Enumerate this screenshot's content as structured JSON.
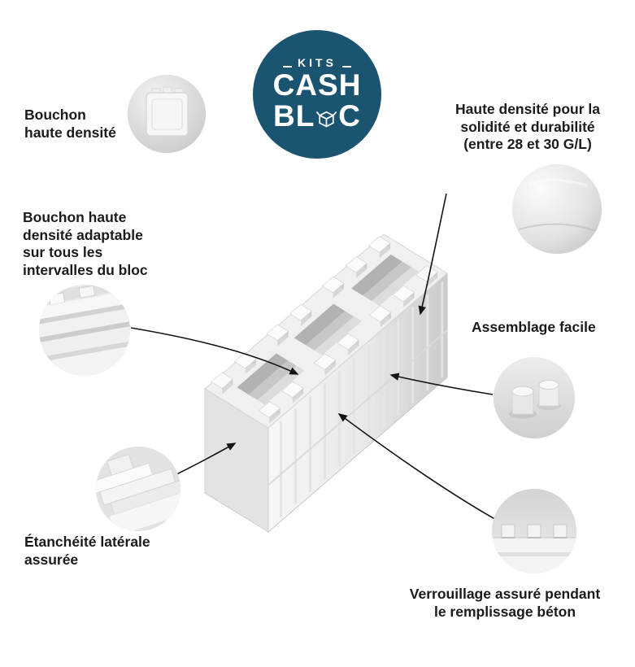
{
  "colors": {
    "logo_bg": "#1a5470",
    "text": "#1b1b1b",
    "arrow": "#141414"
  },
  "logo": {
    "kits_label": "KITS",
    "cash_label": "CASH",
    "bloc_prefix": "BL",
    "bloc_suffix": "C",
    "cube_icon": "open-box-icon"
  },
  "callouts": {
    "cap_top": "Bouchon\nhaute densité",
    "density": "Haute densité pour la\nsolidité et durabilité\n(entre 28 et 30 G/L)",
    "adaptable": "Bouchon haute\ndensité adaptable\nsur tous les\nintervalles du bloc",
    "assembly": "Assemblage facile",
    "sealing": "Étanchéité latérale\nassurée",
    "locking": "Verrouillage assuré pendant\nle remplissage béton"
  },
  "insets": {
    "cap_top": "foam-cap-closeup-photo",
    "density": "foam-surface-closeup-photo",
    "adaptable": "block-edge-ridges-photo",
    "assembly": "interlock-studs-photo",
    "sealing": "side-groove-corner-photo",
    "locking": "crenellated-edge-photo"
  }
}
